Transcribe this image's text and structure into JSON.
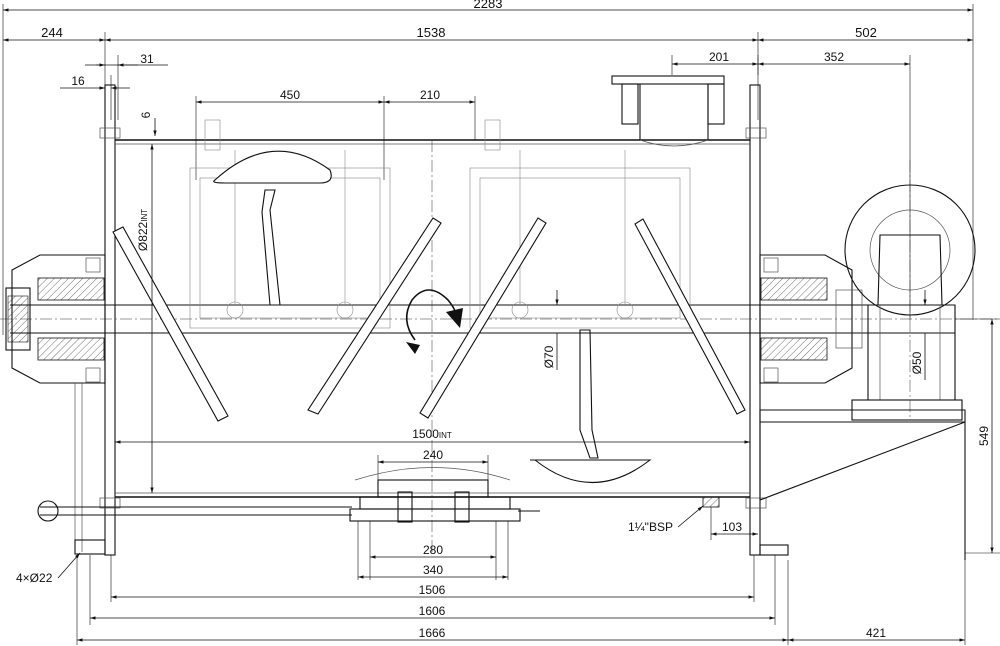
{
  "dimensions": {
    "overall_length": "2283",
    "left_overhang": "244",
    "body_length": "1538",
    "right_overhang": "502",
    "flange_31": "31",
    "flange_16": "16",
    "wall_6": "6",
    "spacing_450": "450",
    "spacing_210": "210",
    "inlet_201": "201",
    "motor_352": "352",
    "diameter_int": "Ø822",
    "int_suffix": "INT",
    "shaft_70": "Ø70",
    "shaft_50": "Ø50",
    "inner_length": "1500",
    "outlet_240": "240",
    "outlet_280": "280",
    "outlet_340": "340",
    "bsp_label": "1¼\"BSP",
    "bsp_offset": "103",
    "height_549": "549",
    "holes": "4×Ø22",
    "len_1506": "1506",
    "len_1606": "1606",
    "len_1666": "1666",
    "len_421": "421"
  },
  "colors": {
    "line": "#111111",
    "background": "#ffffff"
  },
  "icons": {
    "rotation": "rotation-arrow-icon"
  }
}
